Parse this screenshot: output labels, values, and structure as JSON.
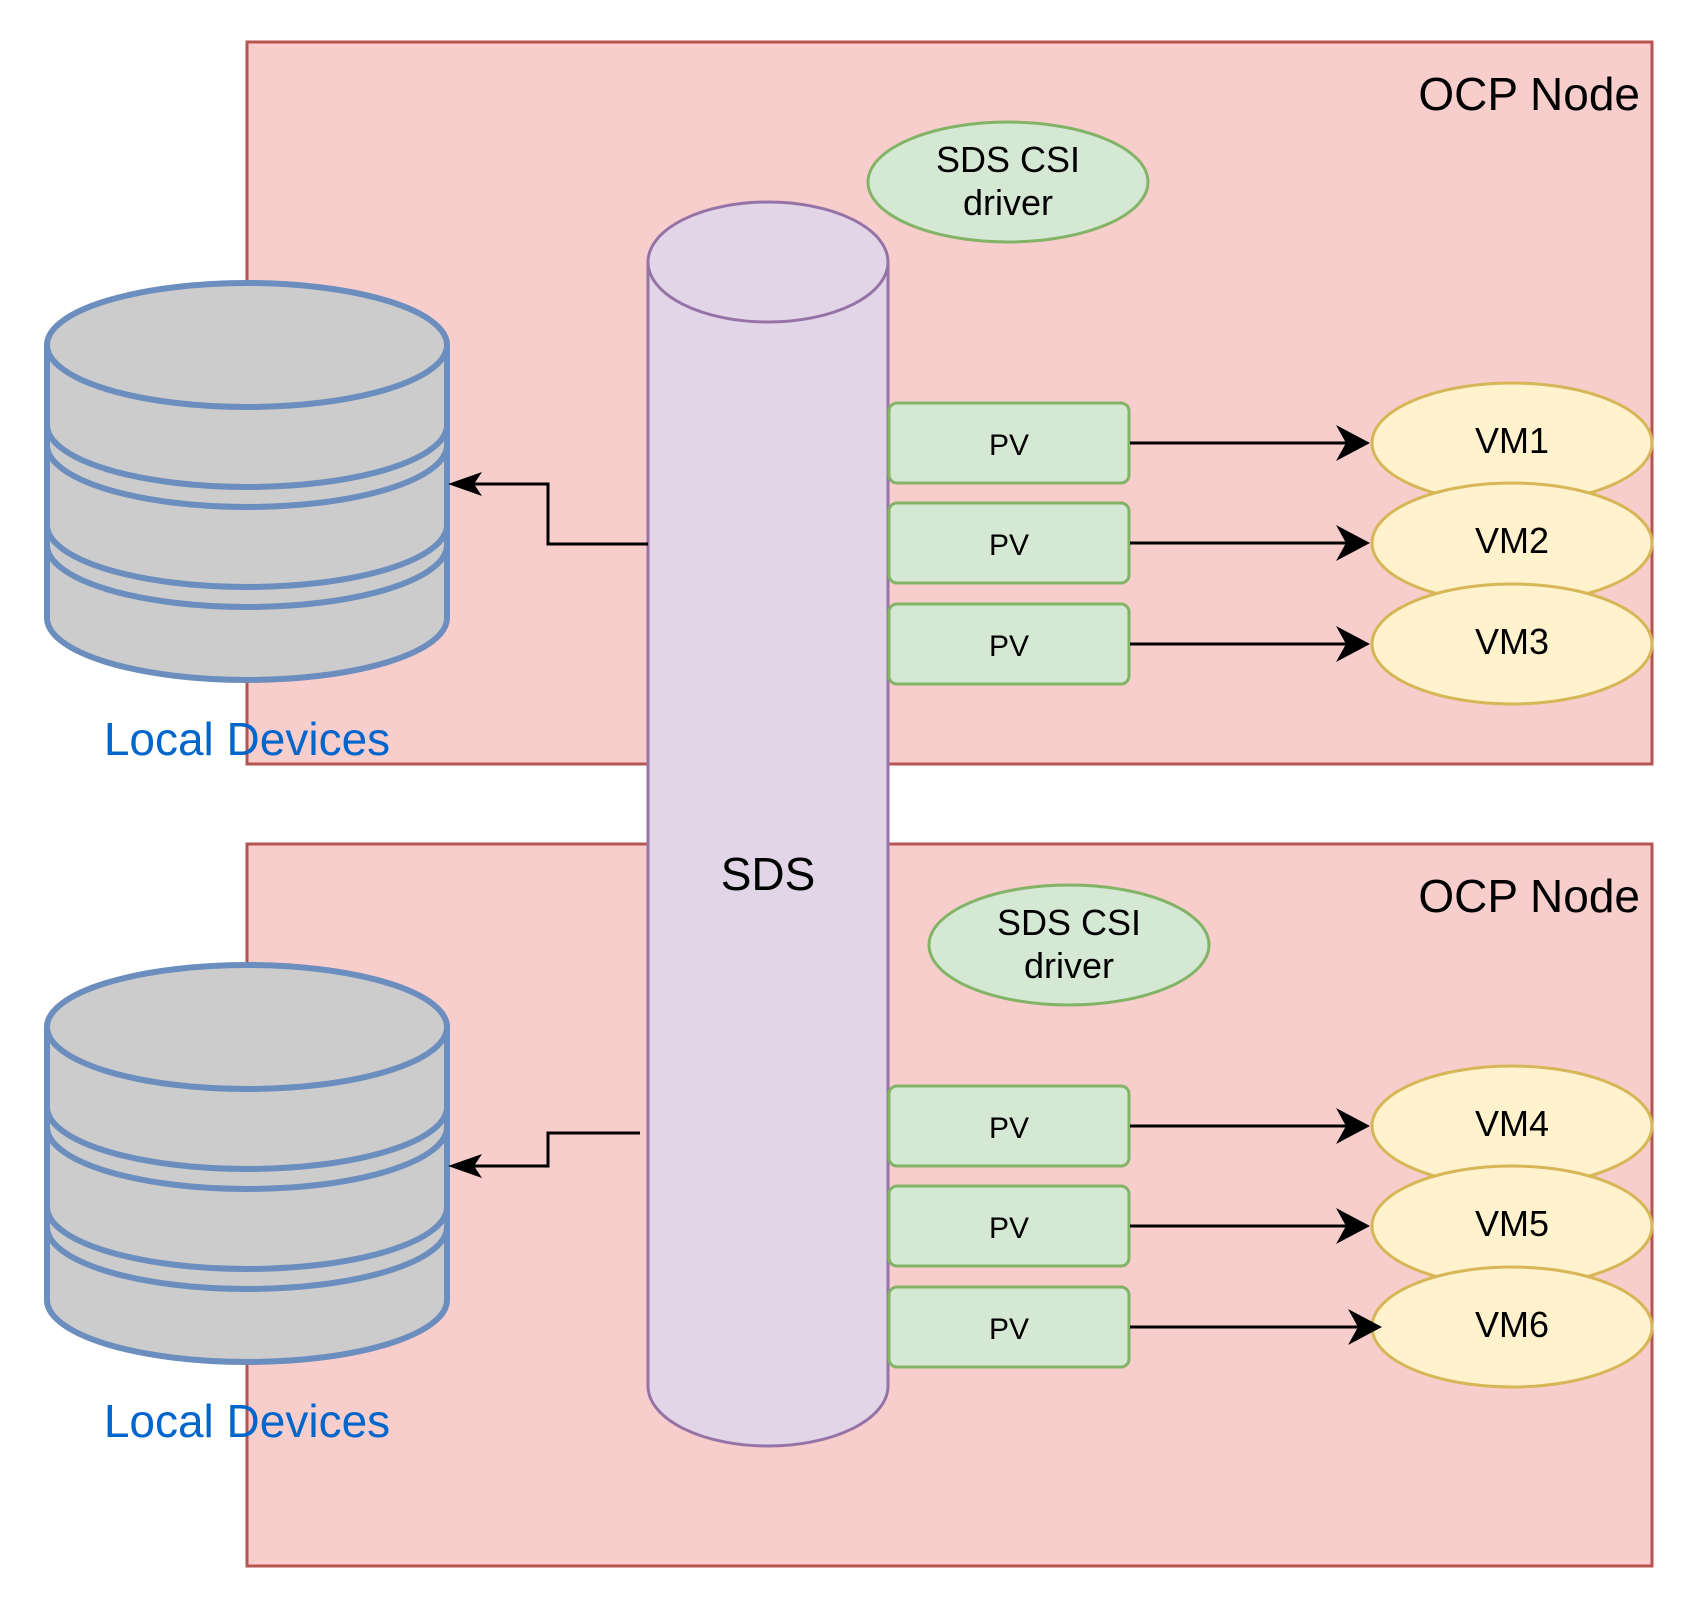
{
  "colors": {
    "node_fill": "#f8cecc",
    "node_stroke": "#b85450",
    "sds_fill": "#e1d5e7",
    "sds_stroke": "#9673a6",
    "green_fill": "#d5e8d4",
    "green_stroke": "#82b366",
    "vm_fill": "#fff2cc",
    "vm_stroke": "#d6b656",
    "disk_fill": "#cccccc",
    "disk_stroke": "#6c8ebf",
    "local_label": "#0066cc",
    "edge": "#000000"
  },
  "sds": {
    "label": "SDS"
  },
  "nodes": [
    {
      "label": "OCP Node",
      "driver_label_line1": "SDS CSI",
      "driver_label_line2": "driver",
      "local_devices_label": "Local Devices",
      "pvs": [
        {
          "label": "PV",
          "vm": "VM1"
        },
        {
          "label": "PV",
          "vm": "VM2"
        },
        {
          "label": "PV",
          "vm": "VM3"
        }
      ]
    },
    {
      "label": "OCP Node",
      "driver_label_line1": "SDS CSI",
      "driver_label_line2": "driver",
      "local_devices_label": "Local Devices",
      "pvs": [
        {
          "label": "PV",
          "vm": "VM4"
        },
        {
          "label": "PV",
          "vm": "VM5"
        },
        {
          "label": "PV",
          "vm": "VM6"
        }
      ]
    }
  ]
}
